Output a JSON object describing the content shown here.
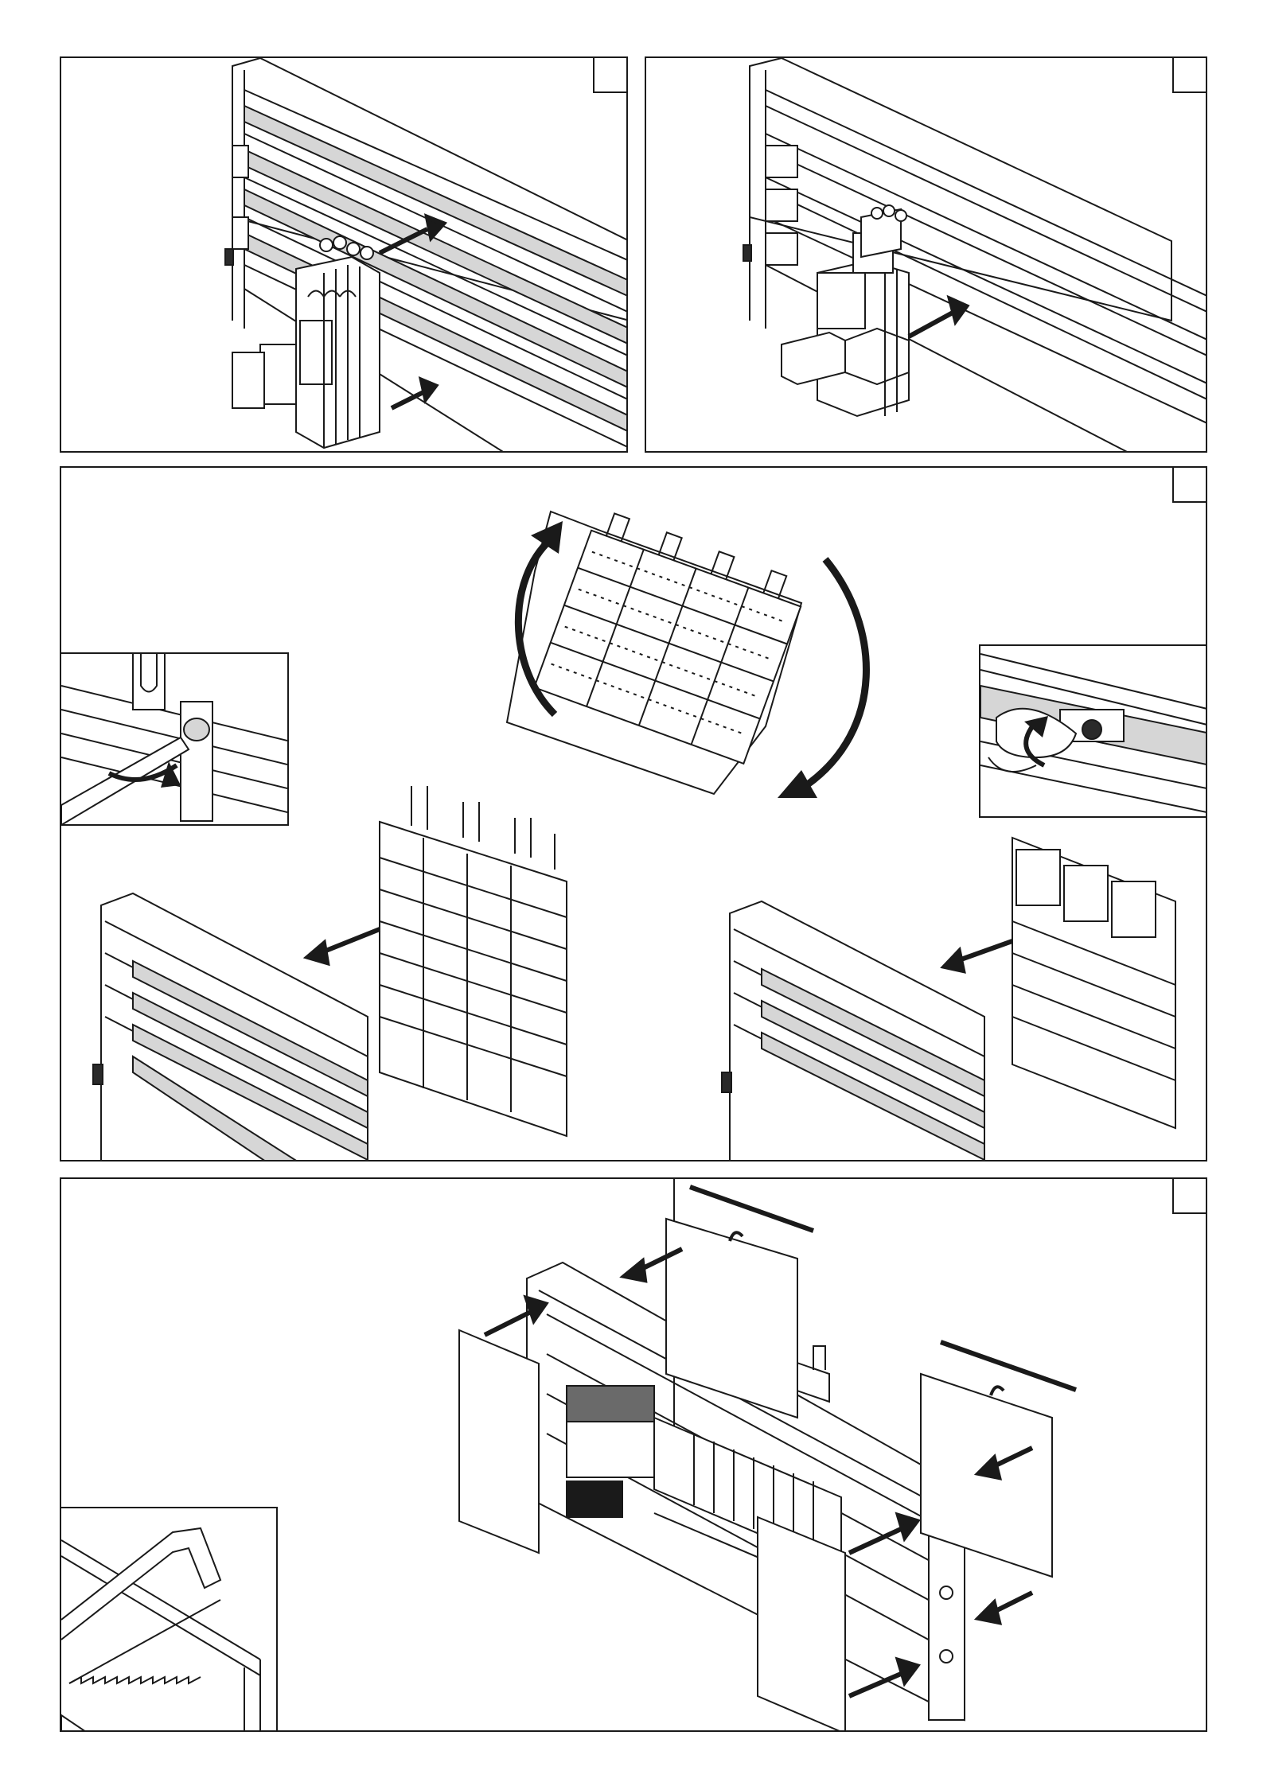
{
  "figure": {
    "steps": [
      {
        "id": "step-1",
        "label": ""
      },
      {
        "id": "step-2",
        "label": ""
      },
      {
        "id": "step-3",
        "label": ""
      },
      {
        "id": "step-4",
        "label": ""
      }
    ]
  },
  "colors": {
    "line": "#1a1a1a",
    "shade": "#d6d6d6",
    "dark": "#2a2a2a",
    "paper": "#ffffff"
  },
  "icons": [
    "arrow-icon",
    "rotate-arrow-icon",
    "screwdriver-icon",
    "wrench-icon",
    "hacksaw-icon"
  ]
}
